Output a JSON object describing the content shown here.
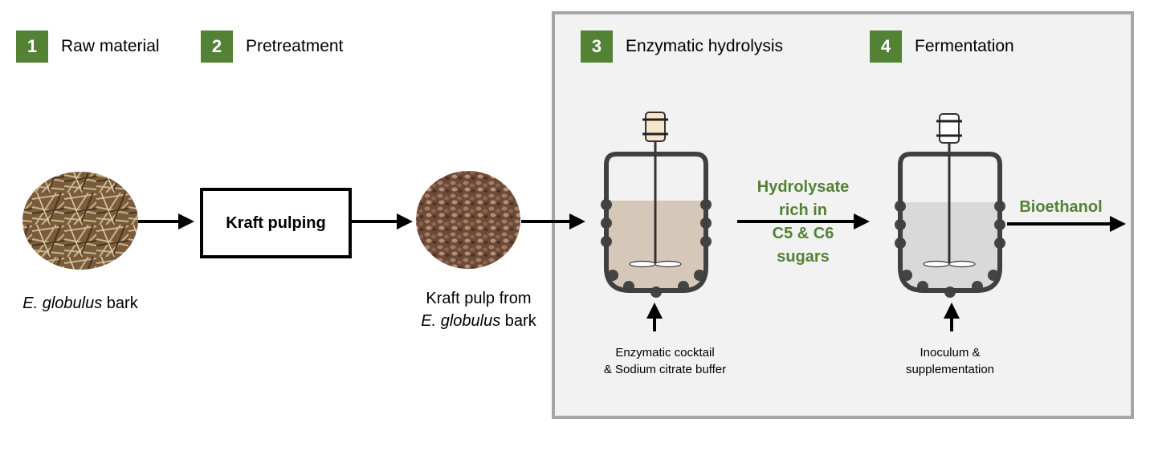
{
  "steps": [
    {
      "num": "1",
      "label": "Raw material"
    },
    {
      "num": "2",
      "label": "Pretreatment"
    },
    {
      "num": "3",
      "label": "Enzymatic hydrolysis"
    },
    {
      "num": "4",
      "label": "Fermentation"
    }
  ],
  "process_box": {
    "label": "Kraft pulping"
  },
  "raw_material": {
    "species": "E. globulus",
    "suffix": " bark"
  },
  "pulp": {
    "line1": "Kraft pulp from",
    "species": "E. globulus",
    "suffix": " bark"
  },
  "hydrolysate": {
    "line1": "Hydrolysate",
    "line2": "rich in",
    "line3": "C5 & C6",
    "line4": "sugars"
  },
  "product": {
    "label": "Bioethanol"
  },
  "inputs": {
    "hydrolysis": {
      "line1": "Enzymatic cocktail",
      "line2": "& Sodium citrate buffer"
    },
    "fermentation": {
      "line1": "Inoculum &",
      "line2": "supplementation"
    }
  },
  "colors": {
    "accent_green": "#548235",
    "panel_fill": "#f2f2f2",
    "panel_border": "#a6a6a6",
    "hydrolysis_liquid": "#d6c8b8",
    "fermentation_liquid": "#d9d9d9",
    "reactor_outline": "#404040"
  }
}
